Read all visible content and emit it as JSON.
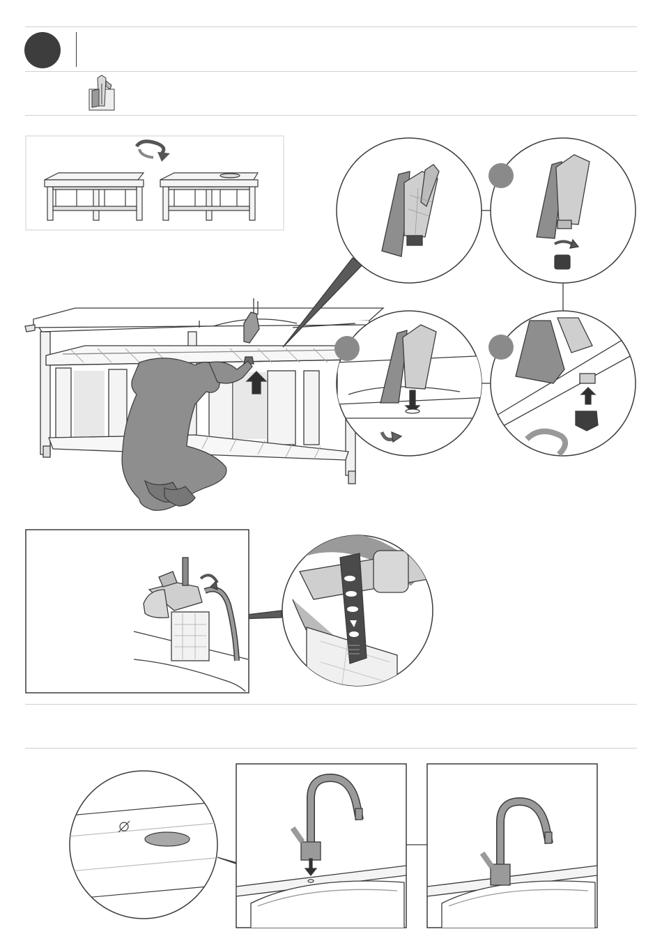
{
  "page": {
    "header": {
      "step_number": "",
      "title": ""
    },
    "part_icon": "faucet-pump-assembly-icon",
    "illustrations": {
      "rotate_table": "rotate-table-icon",
      "person_installing_faucet": "person-crouching-illustration",
      "detail_remove_nut": "remove-nut-detail",
      "detail_insert_faucet": "insert-faucet-detail",
      "detail_screw_nut": "screw-nut-detail",
      "hose_connection": "hose-connection-detail",
      "strap_closeup": "strap-closeup-detail",
      "sink_hole_closeup": "sink-hole-closeup",
      "faucet_insert": "faucet-insert-panel",
      "faucet_installed": "faucet-installed-panel"
    },
    "colors": {
      "ink": "#3a3a3a",
      "figure_fill": "#8f8f8f",
      "badge_fill": "#8a8a8a",
      "rule": "#d0d0d0"
    }
  }
}
